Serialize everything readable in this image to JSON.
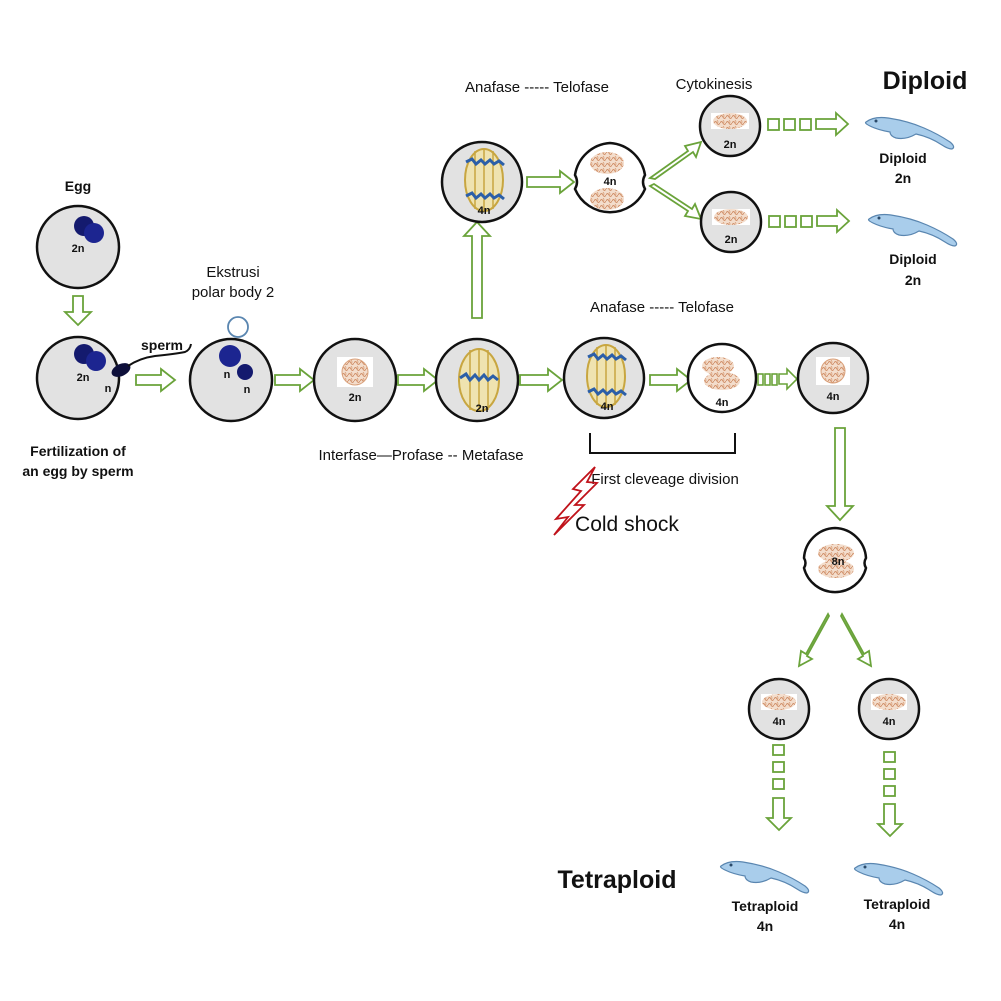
{
  "colors": {
    "arrow": "#6aa33a",
    "cell_fill": "#e2e2e2",
    "cell_fill_white": "#ffffff",
    "nucleus_dark": "#141a6e",
    "chromatin": "#d9a07a",
    "spindle": "#c8a640",
    "chromosome": "#2c5fa8",
    "fish": "#a9cdeb",
    "fish_stroke": "#5a86b0",
    "lightning": "#c0121a"
  },
  "labels": {
    "egg": "Egg",
    "sperm": "sperm",
    "fertilization_line1": "Fertilization of",
    "fertilization_line2": "an egg by sperm",
    "ekstrusi_line1": "Ekstrusi",
    "ekstrusi_line2": "polar body 2",
    "interfase_profase_metafase": "Interfase—Profase -- Metafase",
    "anafase_telofase_top": "Anafase  ----- Telofase",
    "anafase_telofase_mid": "Anafase  ----- Telofase",
    "cytokinesis": "Cytokinesis",
    "diploid_heading": "Diploid",
    "first_cleavage": "First cleveage division",
    "cold_shock": "Cold shock",
    "tetraploid_heading": "Tetraploid"
  },
  "cells": {
    "egg": "2n",
    "fertilized_2n": "2n",
    "fertilized_n": "n",
    "polar_n1": "n",
    "polar_n2": "n",
    "interfase": "2n",
    "metafase": "2n",
    "top_anafase": "4n",
    "top_telofase": "4n",
    "cyto_top": "2n",
    "cyto_bottom": "2n",
    "mid_anafase": "4n",
    "mid_telofase": "4n",
    "tetra_nucleus": "4n",
    "eight_n": "8n",
    "tetra_left": "4n",
    "tetra_right": "4n"
  },
  "outcomes": {
    "diploid_top": {
      "name": "Diploid",
      "ploidy": "2n"
    },
    "diploid_bottom": {
      "name": "Diploid",
      "ploidy": "2n"
    },
    "tetraploid_left": {
      "name": "Tetraploid",
      "ploidy": "4n"
    },
    "tetraploid_right": {
      "name": "Tetraploid",
      "ploidy": "4n"
    }
  }
}
